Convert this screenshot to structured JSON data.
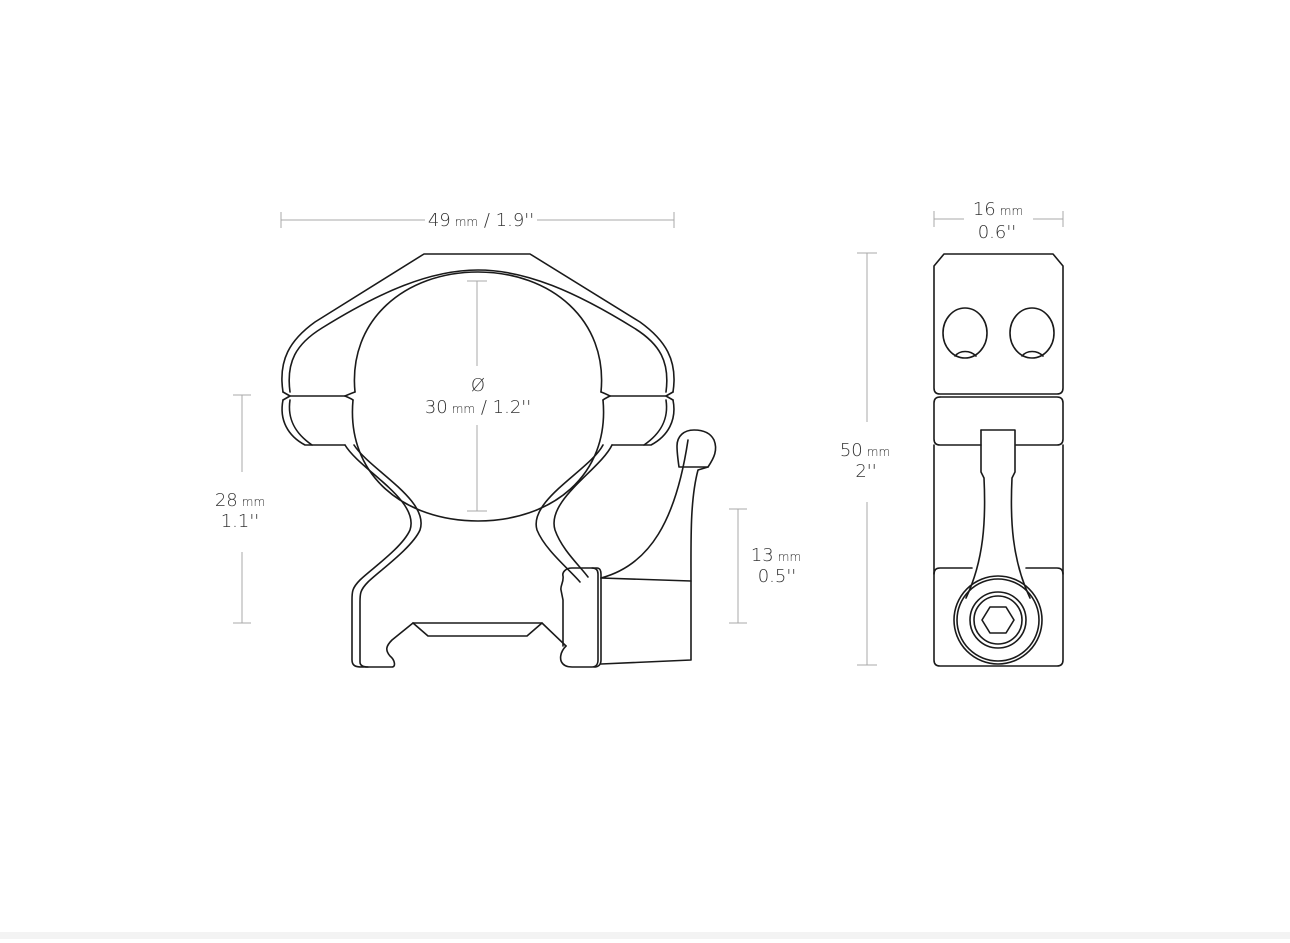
{
  "drawing": {
    "subject": "scope ring mount technical drawing",
    "line_color": "#1a1a1a",
    "dimension_color": "#a8a8a8",
    "text_color": "#333333"
  },
  "front_view": {
    "width_dim": {
      "value": "49",
      "unit": "mm",
      "sep": " / ",
      "imperial": "1.9''"
    },
    "diameter_dim": {
      "symbol": "Ø",
      "value": "30",
      "unit": "mm",
      "sep": " / ",
      "imperial": "1.2''"
    },
    "center_height_dim": {
      "value": "28",
      "unit": "mm",
      "imperial": "1.1''"
    },
    "lever_height_dim": {
      "value": "13",
      "unit": "mm",
      "imperial": "0.5''"
    }
  },
  "side_view": {
    "width_dim": {
      "value": "16",
      "unit": "mm",
      "imperial": "0.6''"
    },
    "height_dim": {
      "value": "50",
      "unit": "mm",
      "imperial": "2''"
    }
  }
}
